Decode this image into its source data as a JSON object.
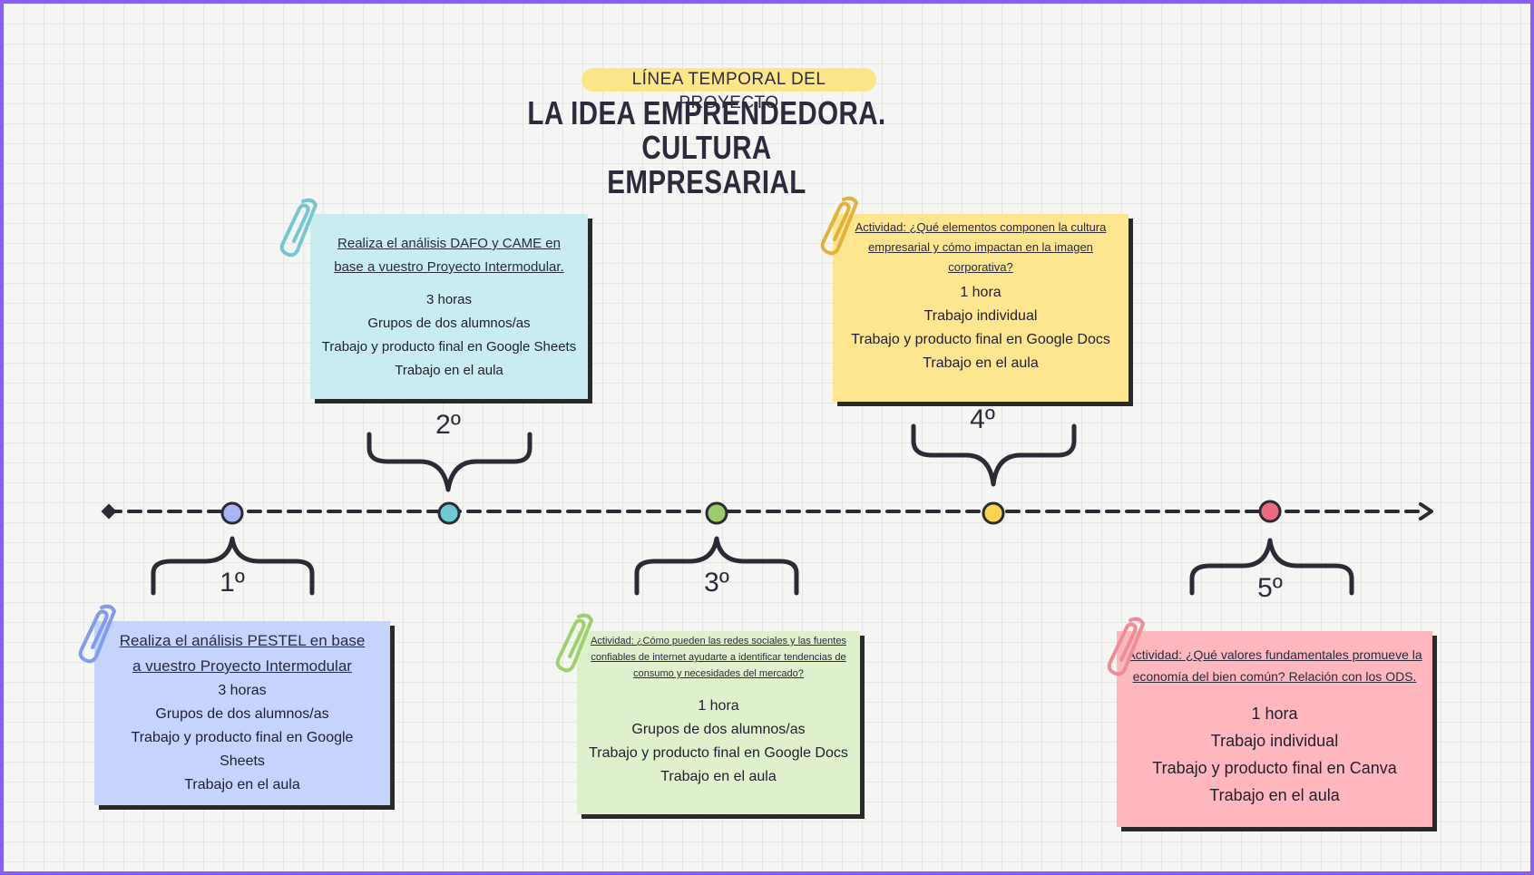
{
  "header": {
    "badge": "LÍNEA TEMPORAL DEL PROYECTO",
    "title_line1": "LA IDEA EMPRENDEDORA. CULTURA",
    "title_line2": "EMPRESARIAL"
  },
  "colors": {
    "frame": "#8b5cf6",
    "blue": "#c6d3fd",
    "cyan": "#c8ecef",
    "green": "#dff0cc",
    "yellow": "#fee58f",
    "pink": "#feb7bf",
    "badge": "#fde68a"
  },
  "steps": [
    {
      "label": "1º",
      "dot_color": "#a7b6f4"
    },
    {
      "label": "2º",
      "dot_color": "#6fc9d2"
    },
    {
      "label": "3º",
      "dot_color": "#9ccb6c"
    },
    {
      "label": "4º",
      "dot_color": "#fcd34d"
    },
    {
      "label": "5º",
      "dot_color": "#f06a7d"
    }
  ],
  "cards": [
    {
      "heading": [
        "Realiza el análisis PESTEL en base",
        "a vuestro Proyecto Intermodular"
      ],
      "lines": [
        "3 horas",
        "Grupos de dos alumnos/as",
        "Trabajo y producto final en Google",
        "Sheets",
        "Trabajo en el aula"
      ]
    },
    {
      "heading": [
        "Realiza el análisis DAFO y CAME en",
        "base a vuestro Proyecto Intermodular."
      ],
      "lines": [
        "3 horas",
        "Grupos de dos alumnos/as",
        "Trabajo y producto final en Google Sheets",
        "Trabajo en el aula"
      ]
    },
    {
      "heading": [
        "Actividad: ¿Cómo pueden las redes sociales y las fuentes",
        "confiables de internet ayudarte a identificar tendencias de",
        "consumo y necesidades del mercado?"
      ],
      "lines": [
        "1 hora",
        "Grupos de dos alumnos/as",
        "Trabajo y producto final en Google Docs",
        "Trabajo en el aula"
      ]
    },
    {
      "heading": [
        "Actividad: ¿Qué elementos componen la cultura",
        "empresarial y cómo impactan en la imagen",
        "corporativa?"
      ],
      "lines": [
        "1 hora",
        "Trabajo individual",
        "Trabajo y producto final en Google Docs",
        "Trabajo en el aula"
      ]
    },
    {
      "heading": [
        "Actividad: ¿Qué valores fundamentales promueve la",
        "economía del bien común? Relación con los ODS."
      ],
      "lines": [
        "1 hora",
        "Trabajo individual",
        "Trabajo y producto final en Canva",
        "Trabajo en el aula"
      ]
    }
  ]
}
